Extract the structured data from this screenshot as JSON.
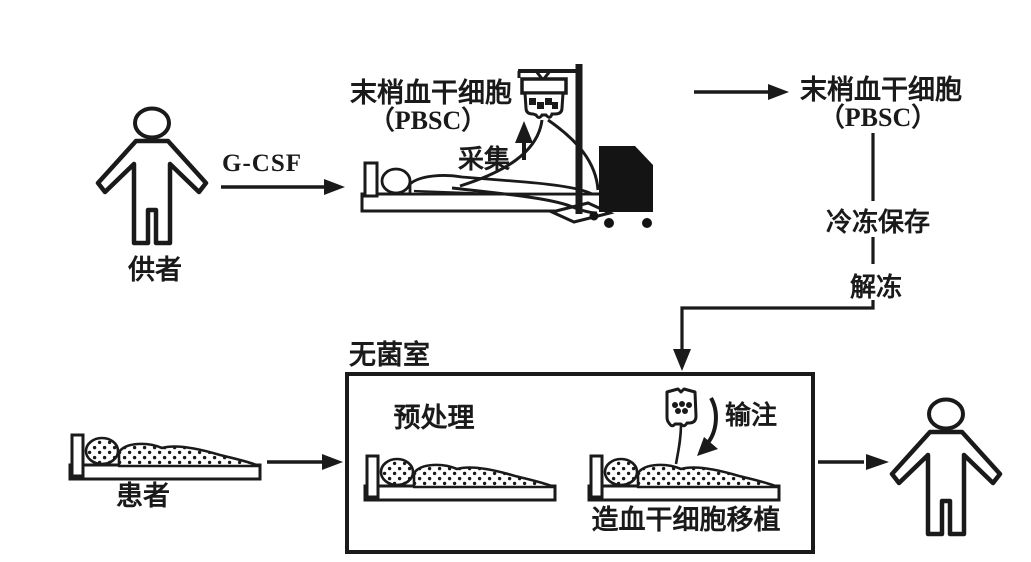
{
  "colors": {
    "background": "#ffffff",
    "ink": "#1a1a1a"
  },
  "donor_section": {
    "figure_label": "供者",
    "mobilization_agent": "G-CSF",
    "collection_label": "采集",
    "product_line1": "末梢血干细胞",
    "product_line2": "（PBSC）"
  },
  "storage_section": {
    "product_line1": "末梢血干细胞",
    "product_line2": "（PBSC）",
    "cryopreservation": "冷冻保存",
    "thawing": "解冻"
  },
  "transplant_section": {
    "room_label": "无菌室",
    "pretreatment": "预处理",
    "infusion": "输注",
    "transplantation": "造血干细胞移植"
  },
  "patient_section": {
    "figure_label": "患者"
  },
  "icons": {
    "donor_figure": "standing-person",
    "recovered_figure": "standing-person",
    "donor_bed": "person-lying-on-bed",
    "patient_beds": "spotted-patient-on-bed",
    "iv_pole": "iv-drip-stand",
    "collection_bag": "blood-bag-with-cells",
    "infusion_bag": "blood-bag-with-cells",
    "apheresis_machine": "black-apheresis-machine-with-wheels"
  }
}
